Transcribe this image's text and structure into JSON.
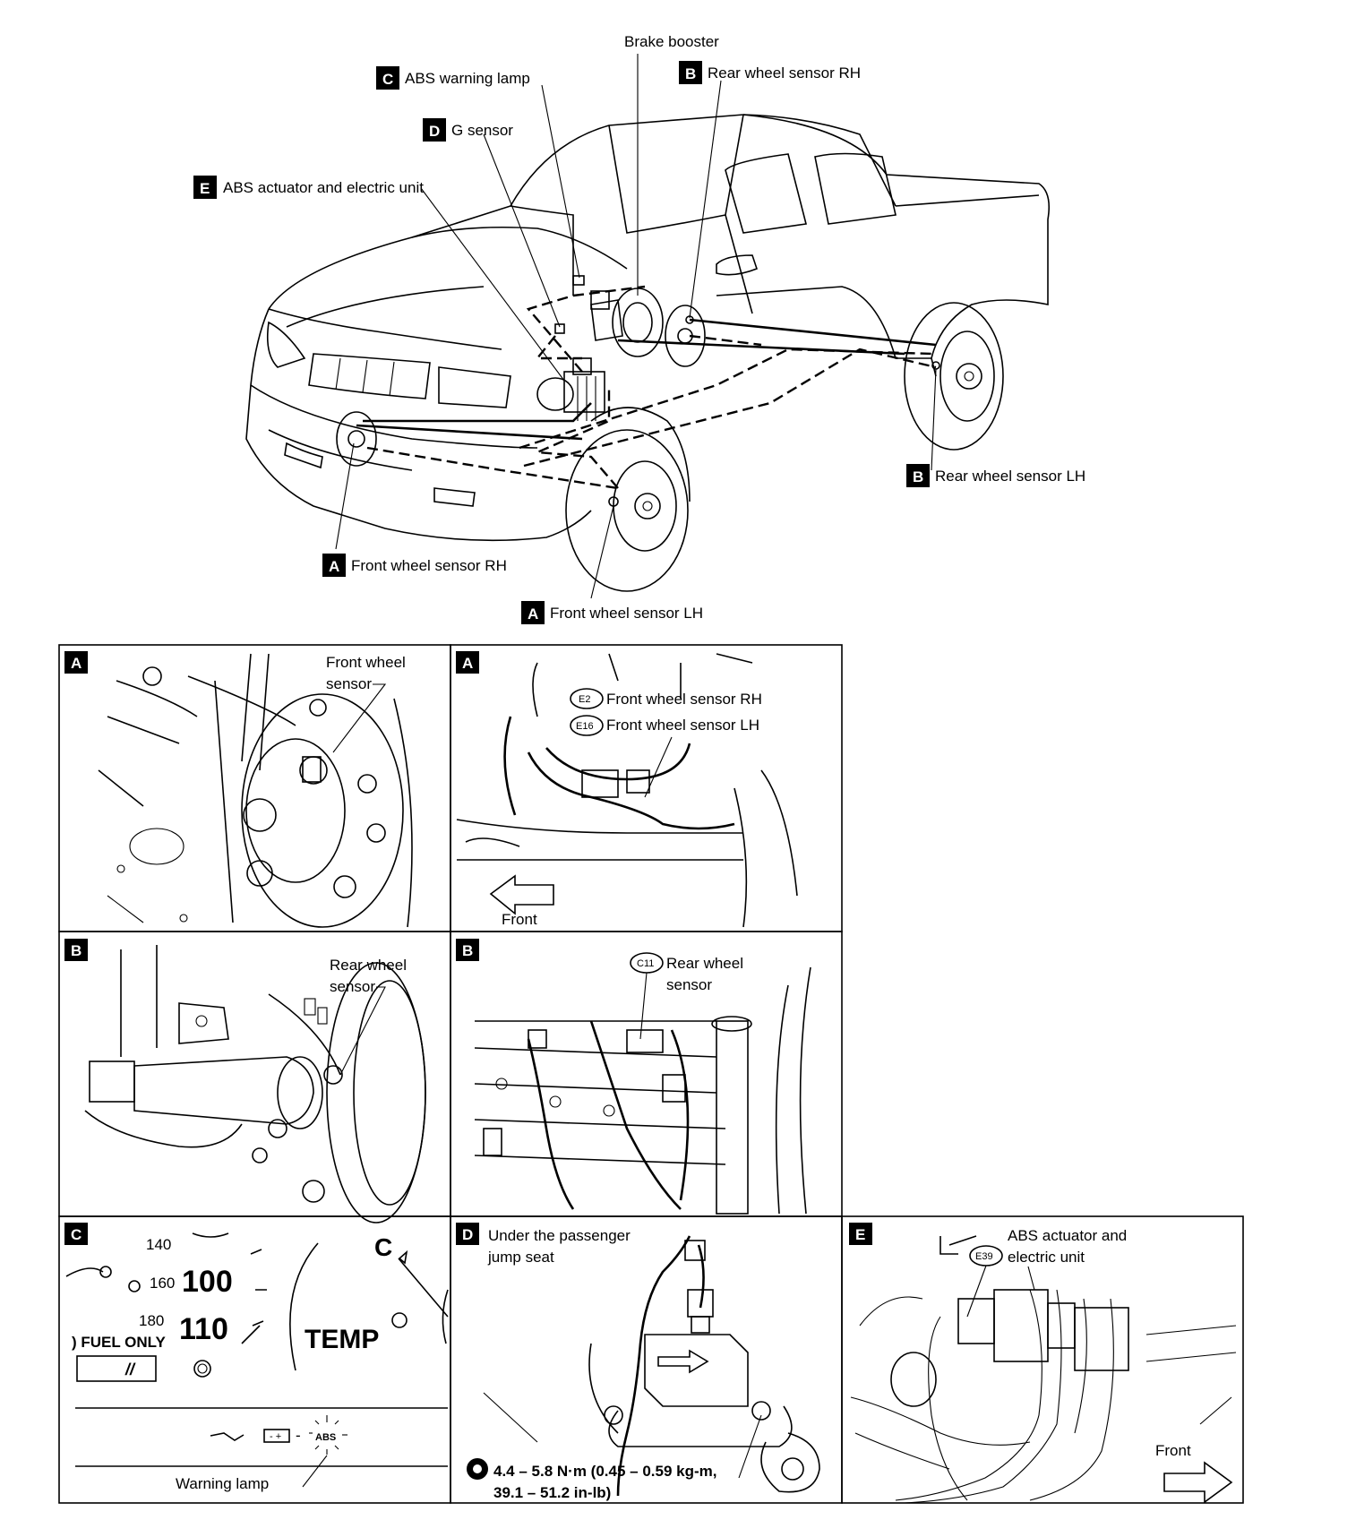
{
  "callouts": {
    "brake_booster": "Brake booster",
    "abs_warning_lamp": {
      "letter": "C",
      "text": "ABS warning lamp"
    },
    "rear_sensor_rh": {
      "letter": "B",
      "text": "Rear wheel sensor RH"
    },
    "g_sensor": {
      "letter": "D",
      "text": "G sensor"
    },
    "abs_actuator": {
      "letter": "E",
      "text": "ABS actuator and electric unit"
    },
    "rear_sensor_lh": {
      "letter": "B",
      "text": "Rear wheel sensor LH"
    },
    "front_sensor_rh": {
      "letter": "A",
      "text": "Front wheel sensor RH"
    },
    "front_sensor_lh": {
      "letter": "A",
      "text": "Front wheel sensor LH"
    }
  },
  "panels": {
    "a1": {
      "letter": "A",
      "label_line1": "Front wheel",
      "label_line2": "sensor"
    },
    "a2": {
      "letter": "A",
      "conn1_code": "E2",
      "conn1_text": "Front wheel sensor RH",
      "conn2_code": "E16",
      "conn2_text": "Front wheel sensor LH",
      "front": "Front"
    },
    "b1": {
      "letter": "B",
      "label_line1": "Rear wheel",
      "label_line2": "sensor"
    },
    "b2": {
      "letter": "B",
      "conn_code": "C11",
      "label_line1": "Rear wheel",
      "label_line2": "sensor"
    },
    "c": {
      "letter": "C",
      "gauge_140": "140",
      "gauge_160": "160",
      "gauge_180": "180",
      "gauge_100": "100",
      "gauge_110": "110",
      "fuel_text": ") FUEL ONLY",
      "temp": "TEMP",
      "c_mark": "C",
      "abs": "ABS",
      "warning_lamp": "Warning lamp"
    },
    "d": {
      "letter": "D",
      "title_line1": "Under the passenger",
      "title_line2": "jump seat",
      "torque_line1": "4.4 – 5.8 N·m (0.45 – 0.59 kg-m,",
      "torque_line2": "39.1 – 51.2 in-lb)"
    },
    "e": {
      "letter": "E",
      "conn_code": "E39",
      "label_line1": "ABS actuator and",
      "label_line2": "electric unit",
      "front": "Front"
    }
  }
}
